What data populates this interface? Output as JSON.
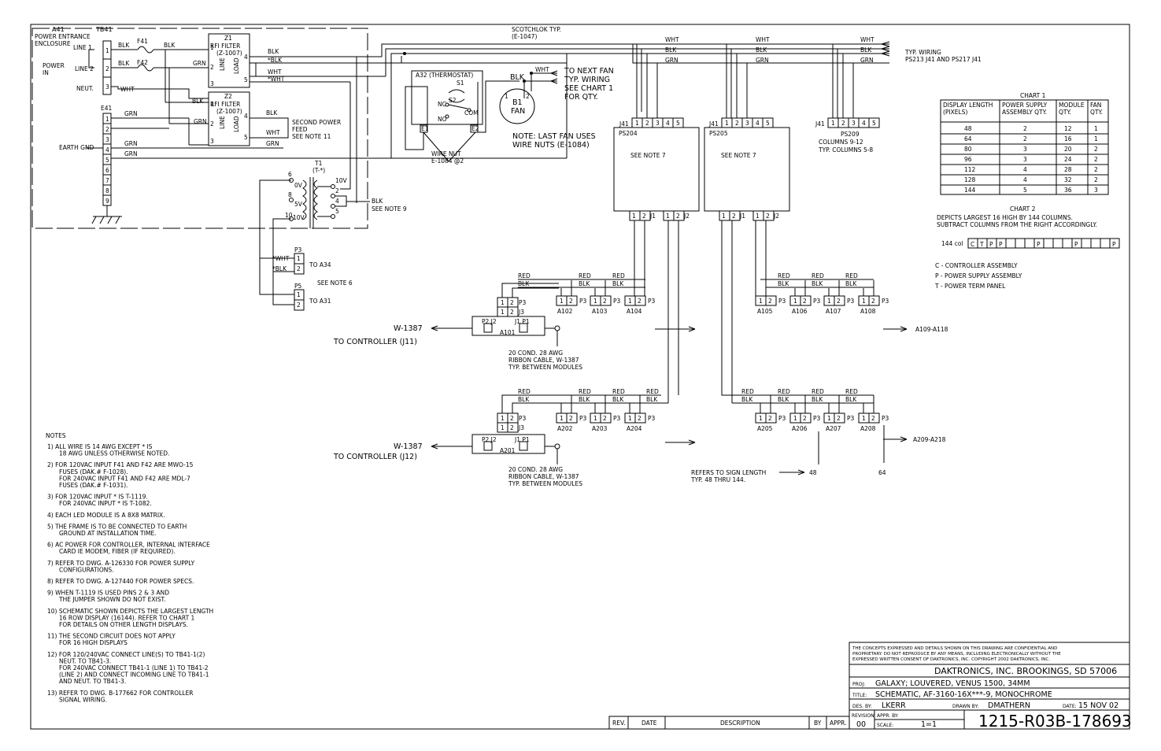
{
  "left_box": {
    "a41": "A41",
    "tb41": "TB41",
    "enclosure": [
      "POWER ENTRANCE",
      "ENCLOSURE"
    ],
    "power_in": [
      "POWER",
      "IN"
    ],
    "line1": "LINE 1",
    "line2": "LINE 2",
    "neut": "NEUT.",
    "earth": "EARTH GND",
    "e41": "E41",
    "blk": "BLK",
    "grn": "GRN",
    "wht": "WHT",
    "f41": "F41",
    "f42": "F42",
    "z1": "Z1",
    "z2": "Z2",
    "rfi": "RFI FILTER",
    "z_part": "(Z-1007)",
    "line_lbl": "LINE",
    "load_lbl": "LOAD",
    "star_blk": "*BLK",
    "star_wht": "*WHT",
    "second_power": [
      "SECOND POWER",
      "FEED",
      "SEE NOTE 11"
    ],
    "tb_pins": [
      "1",
      "2",
      "3"
    ],
    "e_pins": [
      "1",
      "2",
      "3",
      "4",
      "5",
      "6",
      "7",
      "8",
      "9"
    ]
  },
  "transformer": {
    "t1": "T1",
    "t_part": "(T-*)",
    "taps": [
      "6",
      "0V",
      "8",
      "5V",
      "10",
      "10V"
    ],
    "out_pins": [
      "10V",
      "2",
      "4",
      "5"
    ],
    "blk_note": "BLK",
    "see_note9": "SEE NOTE 9"
  },
  "p3p5": {
    "p3": "P3",
    "p5": "P5",
    "star_wht": "*WHT",
    "star_blk": "*BLK",
    "pins": [
      "1",
      "2"
    ],
    "to_a34": "TO A34",
    "to_a31": "TO A31",
    "see_note6": "SEE NOTE 6"
  },
  "thermostat": {
    "a32": "A32 (THERMOSTAT)",
    "s1": "S1",
    "s2": "S2",
    "nc": "NC",
    "no": "NO",
    "com": "COM",
    "e1": "E1",
    "e2": "E2",
    "scotchlok": [
      "SCOTCHLOK TYP.",
      "(E-1047)"
    ],
    "wire_nut": [
      "WIRE NUT",
      "E-1084 @2"
    ],
    "blk": "BLK",
    "wht": "WHT",
    "next_fan": [
      "TO NEXT FAN",
      "TYP. WIRING",
      "SEE CHART 1",
      "FOR QTY."
    ],
    "b1": "B1",
    "fan": "FAN",
    "fan_pins": [
      "1",
      "2"
    ],
    "last_fan_note": [
      "NOTE: LAST FAN USES",
      "WIRE NUTS (E-1084)"
    ]
  },
  "supplies": {
    "wht": "WHT",
    "blk": "BLK",
    "grn": "GRN",
    "j41": "J41",
    "j1": "J1",
    "j2": "J2",
    "pins5": [
      "1",
      "2",
      "3",
      "4",
      "5"
    ],
    "ps204": "PS204",
    "ps205": "PS205",
    "ps209": "PS209",
    "see_note7": "SEE NOTE 7",
    "cols912": "COLUMNS 9-12",
    "typ_cols": "TYP. COLUMNS 5-8",
    "typ_wiring": [
      "TYP. WIRING",
      "PS213 J41 AND PS217 J41"
    ]
  },
  "modules": {
    "red": "RED",
    "blk": "BLK",
    "p3": "P3",
    "j3": "J3",
    "p2j2": "P2 J2",
    "j1p1": "J1 P1",
    "pins": [
      "1",
      "2"
    ],
    "a101": "A101",
    "a201": "A201",
    "row1": [
      "A102",
      "A103",
      "A104",
      "A105",
      "A106",
      "A107",
      "A108"
    ],
    "row2": [
      "A202",
      "A203",
      "A204",
      "A205",
      "A206",
      "A207",
      "A208"
    ],
    "w1387": "W-1387",
    "to_ctrl_j11": "TO CONTROLLER (J11)",
    "to_ctrl_j12": "TO CONTROLLER (J12)",
    "ribbon": [
      "20 COND. 28 AWG",
      "RIBBON CABLE,  W-1387",
      "TYP. BETWEEN MODULES"
    ],
    "a109": "A109-A118",
    "a209": "A209-A218",
    "refers": [
      "REFERS TO SIGN LENGTH",
      "TYP. 48 THRU 144."
    ],
    "n48": "48",
    "n64": "64"
  },
  "chart1": {
    "title": "CHART 1",
    "headers": [
      [
        "DISPLAY LENGTH",
        "(PIXELS)"
      ],
      [
        "POWER SUPPLY",
        "ASSEMBLY QTY."
      ],
      [
        "MODULE",
        "QTY."
      ],
      [
        "FAN",
        "QTY."
      ]
    ],
    "rows": [
      [
        "48",
        "2",
        "12",
        "1"
      ],
      [
        "64",
        "2",
        "16",
        "1"
      ],
      [
        "80",
        "3",
        "20",
        "2"
      ],
      [
        "96",
        "3",
        "24",
        "2"
      ],
      [
        "112",
        "4",
        "28",
        "2"
      ],
      [
        "128",
        "4",
        "32",
        "2"
      ],
      [
        "144",
        "5",
        "36",
        "3"
      ]
    ]
  },
  "chart2": {
    "title": "CHART 2",
    "desc": [
      "DEPICTS LARGEST 16 HIGH BY 144 COLUMNS.",
      "SUBTRACT COLUMNS FROM THE RIGHT ACCORDINGLY."
    ],
    "col_label": "144 col",
    "cells": [
      "C",
      "T",
      "P",
      "P",
      "",
      "",
      "",
      "P",
      "",
      "",
      "",
      "P",
      "",
      "",
      "",
      "P"
    ],
    "legend": [
      "C - CONTROLLER ASSEMBLY",
      "P - POWER SUPPLY ASSEMBLY",
      "T - POWER TERM PANEL"
    ]
  },
  "notes": {
    "title": "NOTES",
    "items": [
      [
        "1)  ALL WIRE IS 14 AWG EXCEPT * IS",
        "18 AWG UNLESS OTHERWISE NOTED."
      ],
      [
        "2)  FOR 120VAC INPUT F41 AND F42 ARE MWO-15",
        "FUSES (DAK.# F-1028).",
        "FOR 240VAC INPUT F41 AND F42 ARE MDL-7",
        "FUSES (DAK.# F-1031)."
      ],
      [
        "3)  FOR 120VAC INPUT * IS T-1119.",
        "FOR 240VAC INPUT * IS T-1082."
      ],
      [
        "4)  EACH LED MODULE IS A 8X8 MATRIX."
      ],
      [
        "5)  THE FRAME IS TO BE CONNECTED TO EARTH",
        "GROUND AT INSTALLATION TIME."
      ],
      [
        "6)  AC POWER FOR CONTROLLER, INTERNAL INTERFACE",
        "CARD IE MODEM, FIBER (IF REQUIRED)."
      ],
      [
        "7)  REFER TO DWG. A-126330 FOR POWER SUPPLY",
        "CONFIGURATIONS."
      ],
      [
        "8)  REFER TO DWG. A-127440 FOR POWER SPECS."
      ],
      [
        "9)  WHEN T-1119 IS USED PINS 2 & 3 AND",
        "THE JUMPER SHOWN DO NOT EXIST."
      ],
      [
        "10) SCHEMATIC SHOWN DEPICTS THE LARGEST LENGTH",
        "16 ROW DISPLAY (16144). REFER TO  CHART 1",
        "FOR DETAILS ON OTHER LENGTH DISPLAYS."
      ],
      [
        "11) THE SECOND CIRCUIT DOES NOT APPLY",
        "FOR 16 HIGH DISPLAYS"
      ],
      [
        "12) FOR 120/240VAC CONNECT LINE(S) TO TB41-1(2)",
        "NEUT. TO TB41-3.",
        "FOR 240VAC CONNECT TB41-1 (LINE 1) TO TB41-2",
        "(LINE 2) AND CONNECT INCOMING LINE TO TB41-1",
        "AND NEUT. TO TB41-3."
      ],
      [
        "13) REFER TO DWG. B-177662 FOR CONTROLLER",
        "SIGNAL WIRING."
      ]
    ]
  },
  "revision_block": {
    "rev": "REV.",
    "date": "DATE",
    "description": "DESCRIPTION",
    "by": "BY",
    "appr": "APPR."
  },
  "title_block": {
    "confidential": [
      "THE CONCEPTS EXPRESSED AND DETAILS SHOWN ON THIS DRAWING ARE CONFIDENTIAL AND",
      "PROPRIETARY. DO NOT REPRODUCE BY ANY MEANS, INCLUDING ELECTRONICALLY WITHOUT THE",
      "EXPRESSED WRITTEN CONSENT OF DAKTRONICS, INC.          COPYRIGHT 2002 DAKTRONICS, INC."
    ],
    "company": "DAKTRONICS, INC.  BROOKINGS, SD 57006",
    "proj_lbl": "PROJ:",
    "proj": "GALAXY; LOUVERED, VENUS 1500, 34MM",
    "title_lbl": "TITLE:",
    "title": "SCHEMATIC, AF-3160-16X***-9, MONOCHROME",
    "des_lbl": "DES. BY:",
    "des": "LKERR",
    "drawn_lbl": "DRAWN BY:",
    "drawn": "DMATHERN",
    "date_lbl": "DATE:",
    "date": "15 NOV 02",
    "revision_lbl": "REVISION",
    "revision": "00",
    "appr_lbl": "APPR. BY:",
    "scale_lbl": "SCALE:",
    "scale": "1=1",
    "dwg_no": "1215-R03B-178693"
  }
}
